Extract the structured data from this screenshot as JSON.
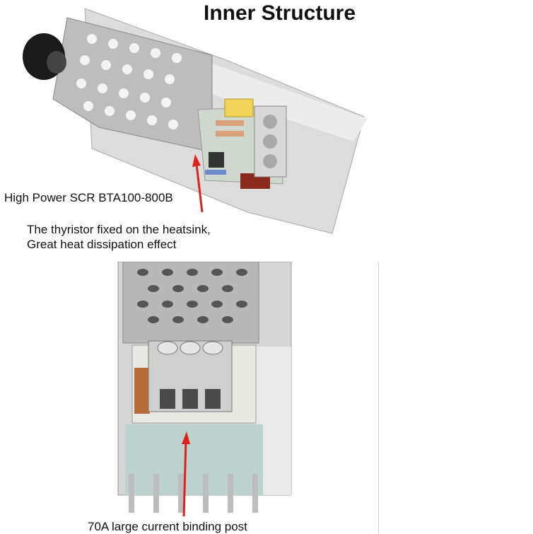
{
  "title": "Inner Structure",
  "top_photo": {
    "label_scr": "High Power SCR BTA100-800B",
    "label_heatsink_line1": "The thyristor fixed on the heatsink,",
    "label_heatsink_line2": "Great heat dissipation effect"
  },
  "bottom_photo": {
    "label_post": "70A large current binding post"
  },
  "colors": {
    "text": "#111111",
    "metal": "#c9c9c9",
    "arrow": "#e0201b",
    "terminal": "#a9a9a9"
  }
}
